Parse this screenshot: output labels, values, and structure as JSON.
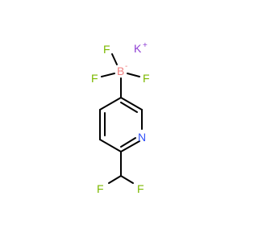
{
  "structure": {
    "atoms": {
      "potassium": "K",
      "potassium_charge": "+",
      "boron": "B",
      "boron_charge": "-",
      "f_top": "F",
      "f_left": "F",
      "f_right": "F",
      "nitrogen": "N",
      "f_bottom_left": "F",
      "f_bottom_right": "F"
    },
    "colors": {
      "bond": "#000000",
      "fluorine": "#7CB800",
      "boron": "#F08080",
      "potassium": "#8F40D4",
      "nitrogen": "#3050F8"
    }
  }
}
